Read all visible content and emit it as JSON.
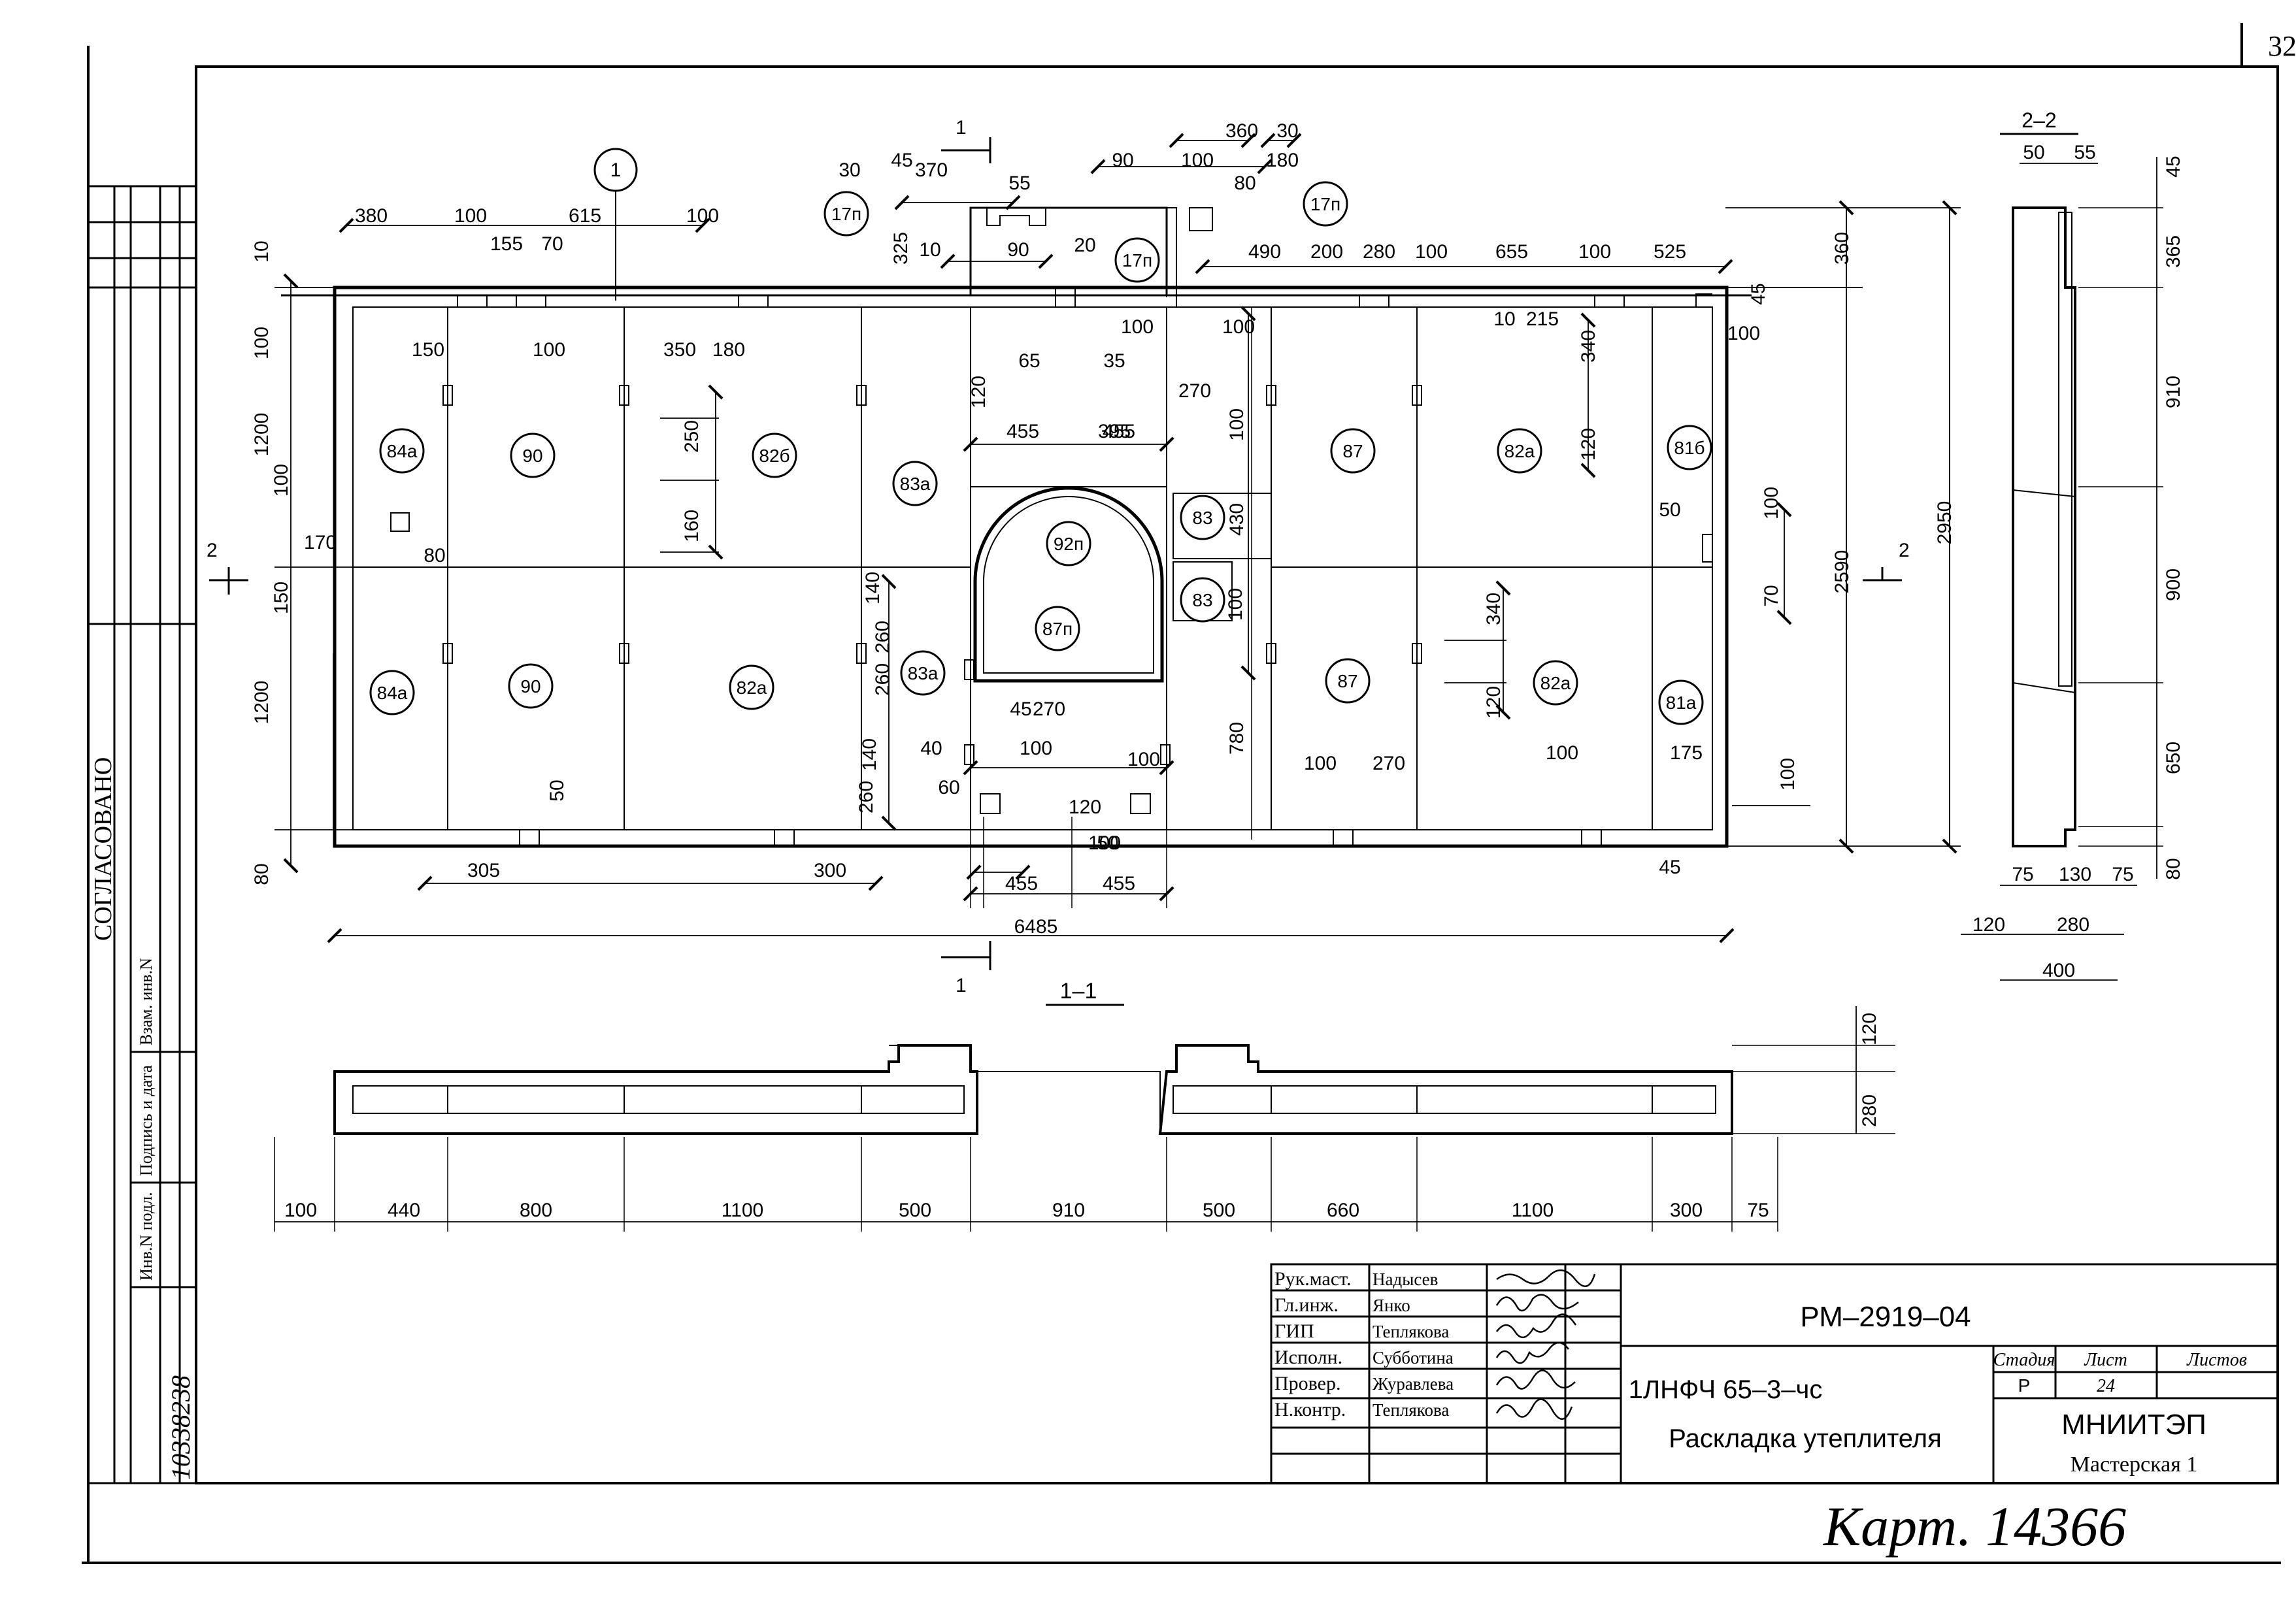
{
  "page_number": "32",
  "approval_label": "СОГЛАСОВАНО",
  "side_stamp": {
    "inv_podl_label": "Инв.N подл.",
    "podpis_label": "Подпись и дата",
    "vzam_label": "Взам. инв.N",
    "inv_number": "10338238"
  },
  "callout_1": "1",
  "section_marks": {
    "s1": "1",
    "s2": "2"
  },
  "section_titles": {
    "s11": "1–1",
    "s22": "2–2"
  },
  "panels": [
    {
      "id": "p84a-top",
      "text": "84а"
    },
    {
      "id": "p90-top",
      "text": "90"
    },
    {
      "id": "p82b",
      "text": "82б"
    },
    {
      "id": "p83a-top",
      "text": "83а"
    },
    {
      "id": "p92p",
      "text": "92п"
    },
    {
      "id": "p83-a",
      "text": "83"
    },
    {
      "id": "p87-top",
      "text": "87"
    },
    {
      "id": "p82a-top",
      "text": "82а"
    },
    {
      "id": "p81b",
      "text": "81б"
    },
    {
      "id": "p84a-bot",
      "text": "84а"
    },
    {
      "id": "p90-bot",
      "text": "90"
    },
    {
      "id": "p82a-bot",
      "text": "82а"
    },
    {
      "id": "p83a-bot",
      "text": "83а"
    },
    {
      "id": "p87p",
      "text": "87п"
    },
    {
      "id": "p83-b",
      "text": "83"
    },
    {
      "id": "p87-bot",
      "text": "87"
    },
    {
      "id": "p82a-bot2",
      "text": "82а"
    },
    {
      "id": "p81a",
      "text": "81а"
    },
    {
      "id": "p17p-1",
      "text": "17п"
    },
    {
      "id": "p17p-2",
      "text": "17п"
    },
    {
      "id": "p17p-3",
      "text": "17п"
    }
  ],
  "plan_dims_h": [
    "380",
    "100",
    "615",
    "100",
    "155",
    "70",
    "150",
    "100",
    "350",
    "180",
    "170",
    "80",
    "30",
    "370",
    "45",
    "55",
    "10",
    "90",
    "20",
    "65",
    "35",
    "455",
    "395",
    "455",
    "40",
    "100",
    "60",
    "45",
    "270",
    "100",
    "120",
    "100",
    "50",
    "455",
    "455",
    "6485",
    "90",
    "100",
    "360",
    "30",
    "180",
    "80",
    "490",
    "200",
    "280",
    "100",
    "655",
    "100",
    "525",
    "100",
    "100",
    "270",
    "10",
    "215",
    "100",
    "50",
    "100",
    "270",
    "100",
    "175",
    "45",
    "305",
    "300"
  ],
  "plan_dims_v": [
    "10",
    "100",
    "1200",
    "100",
    "150",
    "1200",
    "80",
    "325",
    "250",
    "160",
    "50",
    "120",
    "260",
    "140",
    "260",
    "140",
    "260",
    "100",
    "430",
    "100",
    "780",
    "340",
    "120",
    "340",
    "120",
    "360",
    "45",
    "2590",
    "2950",
    "100",
    "70",
    "100"
  ],
  "section11": {
    "dims": [
      "100",
      "440",
      "800",
      "1100",
      "500",
      "910",
      "500",
      "660",
      "1100",
      "300",
      "75"
    ],
    "height_dims": [
      "120",
      "280"
    ]
  },
  "section22": {
    "top_dims": [
      "50",
      "55"
    ],
    "bottom_dims": [
      "75",
      "130",
      "75",
      "120",
      "280",
      "400"
    ],
    "height_dims": [
      "45",
      "365",
      "910",
      "900",
      "650",
      "80"
    ]
  },
  "title_block": {
    "roles": [
      {
        "role": "Рук.маст.",
        "name": "Надысев"
      },
      {
        "role": "Гл.инж.",
        "name": "Янко"
      },
      {
        "role": "ГИП",
        "name": "Теплякова"
      },
      {
        "role": "Исполн.",
        "name": "Субботина"
      },
      {
        "role": "Провер.",
        "name": "Журавлева"
      },
      {
        "role": "Н.контр.",
        "name": "Теплякова"
      }
    ],
    "doc_code": "РМ–2919–04",
    "series": "1ЛНФЧ  65–3–чс",
    "title": "Раскладка утеплителя",
    "stage_label": "Стадия",
    "sheet_label": "Лист",
    "sheets_label": "Листов",
    "stage_value": "Р",
    "sheet_value": "24",
    "org_name": "МНИИТЭП",
    "org_sub": "Мастерская 1"
  },
  "handwritten_note": "Карт. 14366"
}
